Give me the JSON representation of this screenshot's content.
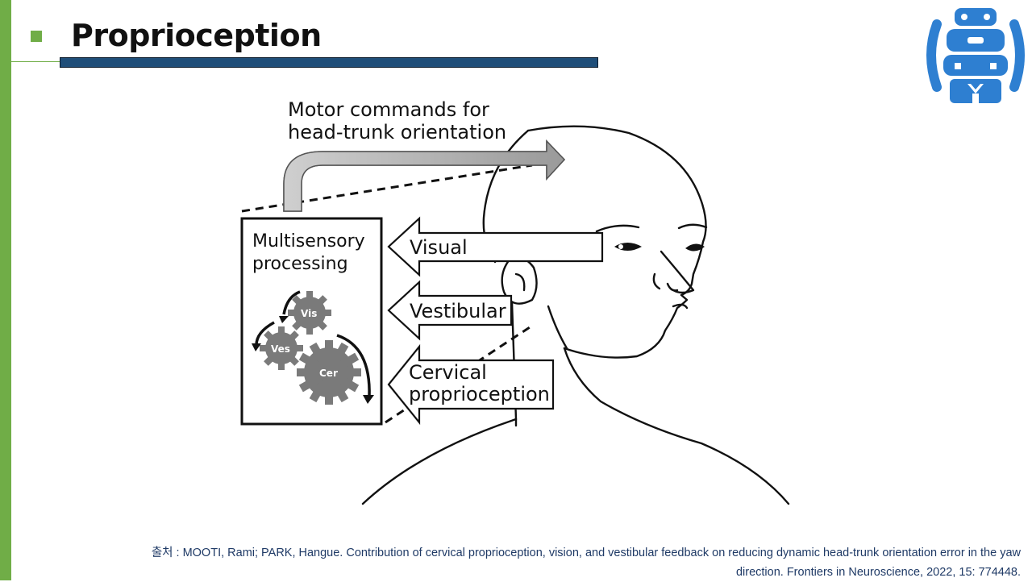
{
  "slide": {
    "title": "Proprioception",
    "citation_line1": "출처 : MOOTI, Rami; PARK, Hangue. Contribution of cervical proprioception, vision, and vestibular feedback on reducing dynamic head-trunk orientation error in the yaw",
    "citation_line2": "direction. Frontiers in Neuroscience, 2022, 15: 774448."
  },
  "diagram": {
    "motor_label_line1": "Motor commands for",
    "motor_label_line2": "head-trunk orientation",
    "box_title_line1": "Multisensory",
    "box_title_line2": "processing",
    "gear_vis": "Vis",
    "gear_ves": "Ves",
    "gear_cer": "Cer",
    "arrow_visual": "Visual",
    "arrow_vestibular": "Vestibular",
    "arrow_cervical_line1": "Cervical",
    "arrow_cervical_line2": "proprioception"
  },
  "colors": {
    "accent_green": "#70ad47",
    "title_bar_blue": "#1f4e79",
    "logo_blue": "#2e7fd1",
    "gear_gray": "#7a7a7a",
    "citation_blue": "#1f3a66"
  }
}
